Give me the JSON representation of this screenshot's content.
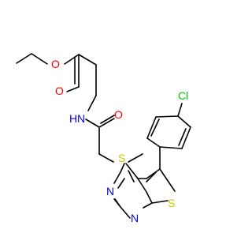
{
  "molecule": {
    "atoms": [
      {
        "id": "O_ester",
        "label": "O",
        "color": "#ff0000"
      },
      {
        "id": "O_carbonyl1",
        "label": "O",
        "color": "#ff0000"
      },
      {
        "id": "O_carbonyl2",
        "label": "O",
        "color": "#ff0000"
      },
      {
        "id": "N_amide",
        "label": "N",
        "color": "#0000ff"
      },
      {
        "id": "H_amide",
        "label": "H",
        "color": "#0000ff"
      },
      {
        "id": "S_thioether",
        "label": "S",
        "color": "#cccc00"
      },
      {
        "id": "S_thiophene",
        "label": "S",
        "color": "#cccc00"
      },
      {
        "id": "N_pyr1",
        "label": "N",
        "color": "#0000ff"
      },
      {
        "id": "N_pyr2",
        "label": "N",
        "color": "#0000ff"
      },
      {
        "id": "Cl",
        "label": "Cl",
        "color": "#00cc00"
      }
    ]
  }
}
